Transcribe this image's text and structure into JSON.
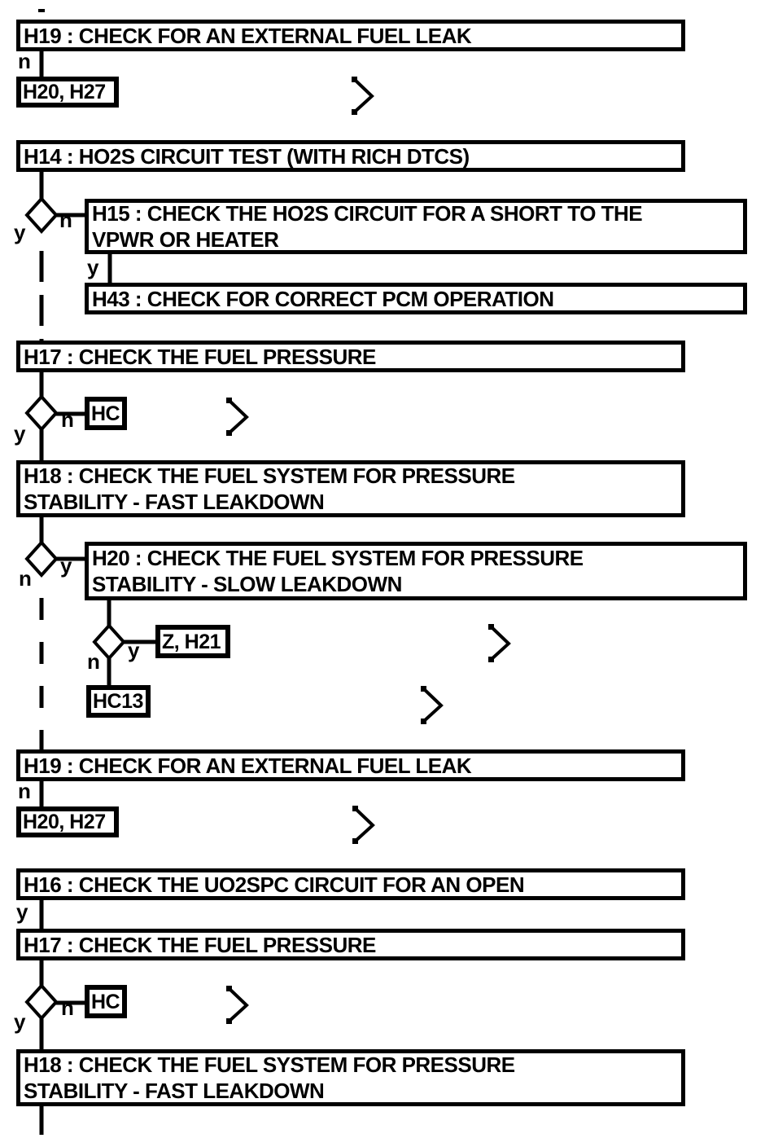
{
  "flowchart": {
    "top_marker": "-",
    "branch": {
      "yes": "y",
      "no": "n"
    },
    "nodes": {
      "h19_a": "H19 : CHECK FOR AN EXTERNAL FUEL LEAK",
      "h20_h27_a": "H20, H27",
      "h14": "H14 : HO2S CIRCUIT TEST (WITH RICH DTCS)",
      "h15": "H15 : CHECK THE HO2S CIRCUIT FOR A SHORT TO THE\nVPWR OR HEATER",
      "h43": "H43 : CHECK FOR CORRECT PCM OPERATION",
      "h17_a": "H17 : CHECK THE FUEL PRESSURE",
      "hc_a": "HC",
      "h18_a": "H18 : CHECK THE FUEL SYSTEM FOR PRESSURE\nSTABILITY - FAST LEAKDOWN",
      "h20": "H20 : CHECK THE FUEL SYSTEM FOR PRESSURE\nSTABILITY - SLOW LEAKDOWN",
      "z_h21": "Z, H21",
      "hc13": "HC13",
      "h19_b": "H19 : CHECK FOR AN EXTERNAL FUEL LEAK",
      "h20_h27_b": "H20, H27",
      "h16": "H16 : CHECK THE UO2SPC CIRCUIT FOR AN OPEN",
      "h17_b": "H17 : CHECK THE FUEL PRESSURE",
      "hc_b": "HC",
      "h18_b": "H18 : CHECK THE FUEL SYSTEM FOR PRESSURE\nSTABILITY - FAST LEAKDOWN"
    }
  }
}
